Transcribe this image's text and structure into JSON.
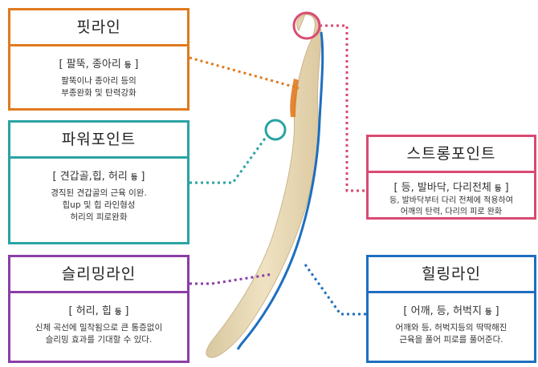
{
  "boxes": {
    "fit": {
      "title": "핏라인",
      "sub_main": "[ 팔뚝, 종아리",
      "sub_small": "등",
      "sub_end": "]",
      "desc_line1": "팔뚝이나 종아리 등의",
      "desc_line2": "부종완화 및 탄력강화",
      "color": "#e07a1f"
    },
    "power": {
      "title": "파워포인트",
      "sub_main": "[ 견갑골,힙, 허리",
      "sub_small": "등",
      "sub_end": "]",
      "desc_line1": "경직된 견갑골의 근육 이완.",
      "desc_line2": "힙up 및 힙 라인형성",
      "desc_line3": "허리의 피로완화",
      "color": "#2aa3a3"
    },
    "slim": {
      "title": "슬리밍라인",
      "sub_main": "[ 허리, 힙",
      "sub_small": "등",
      "sub_end": "]",
      "desc_line1": "신체 곡선에 밀착됨으로 큰 통증없이",
      "desc_line2": "슬리밍 효과를 기대할 수 있다.",
      "color": "#8a3ea6"
    },
    "stretch": {
      "title": "스트롱포인트",
      "sub_main": "[ 등, 발바닥, 다리전체",
      "sub_small": "등",
      "sub_end": "]",
      "desc_line1": "등, 발바닥부터 다리 전체에 적용하여",
      "desc_line2": "어깨의 탄력, 다리의 피로 완화",
      "color": "#d94a72"
    },
    "heal": {
      "title": "힐링라인",
      "sub_main": "[ 어깨, 등, 허벅지",
      "sub_small": "등",
      "sub_end": "]",
      "desc_line1": "어깨와 등, 허벅지등의 딱딱해진",
      "desc_line2": "근육을 풀어 피로를 풀어준다.",
      "color": "#1e6fbf"
    }
  }
}
